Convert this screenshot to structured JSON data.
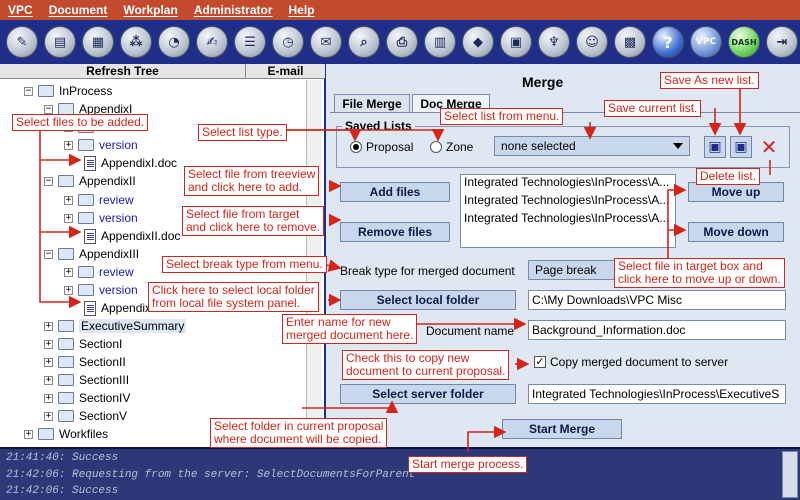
{
  "menubar": {
    "items": [
      "VPC",
      "Document",
      "Workplan",
      "Administrator",
      "Help"
    ]
  },
  "toolbar": {
    "icons": [
      "edit-icon",
      "documents-icon",
      "palette-icon",
      "network-icon",
      "clock-doc-icon",
      "notepad-icon",
      "list-icon",
      "clock-icon",
      "mail-icon",
      "search-icon",
      "printer-icon",
      "book-icon",
      "colors-icon",
      "monitor-icon",
      "antenna-icon",
      "users-icon",
      "calculator-icon",
      "help-icon",
      "vpc-icon",
      "dash-icon",
      "exit-icon"
    ],
    "vpc_label": "VPC",
    "dash_label": "DASH",
    "help_label": "?"
  },
  "tree": {
    "refresh_label": "Refresh Tree",
    "email_label": "E-mail",
    "root": "InProcess",
    "items": [
      {
        "label": "AppendixI"
      },
      {
        "label": "review"
      },
      {
        "label": "version"
      },
      {
        "label": "AppendixI.doc"
      },
      {
        "label": "AppendixII"
      },
      {
        "label": "review"
      },
      {
        "label": "version"
      },
      {
        "label": "AppendixII.doc"
      },
      {
        "label": "AppendixIII"
      },
      {
        "label": "review"
      },
      {
        "label": "version"
      },
      {
        "label": "AppendixIII.doc"
      },
      {
        "label": "ExecutiveSummary"
      },
      {
        "label": "SectionI"
      },
      {
        "label": "SectionII"
      },
      {
        "label": "SectionIII"
      },
      {
        "label": "SectionIV"
      },
      {
        "label": "SectionV"
      },
      {
        "label": "Workfiles"
      }
    ]
  },
  "merge": {
    "title": "Merge",
    "tabs": [
      "File Merge",
      "Doc Merge"
    ],
    "saved_lists_label": "Saved Lists",
    "radio_proposal": "Proposal",
    "radio_zone": "Zone",
    "list_select": "none selected",
    "add_files": "Add files",
    "remove_files": "Remove files",
    "move_up": "Move up",
    "move_down": "Move down",
    "target_files": [
      "Integrated Technologies\\InProcess\\A...",
      "Integrated Technologies\\InProcess\\A...",
      "Integrated Technologies\\InProcess\\A..."
    ],
    "break_type_label": "Break type for merged document",
    "break_type_value": "Page break",
    "select_local_folder": "Select local folder",
    "local_folder_value": "C:\\My Downloads\\VPC Misc",
    "document_name_label": "Document name",
    "document_name_value": "Background_Information.doc",
    "copy_label": "Copy merged document to server",
    "select_server_folder": "Select server folder",
    "server_folder_value": "Integrated Technologies\\InProcess\\ExecutiveS",
    "start_merge": "Start Merge"
  },
  "log": {
    "lines": [
      "21:41:40: Success",
      "21:42:06: Requesting from the server: SelectDocumentsForParent",
      "21:42:06: Success"
    ]
  },
  "notes": {
    "select_files": "Select files to be added.",
    "select_list_type": "Select list type.",
    "select_list_menu": "Select list from menu.",
    "save_as": "Save As new list.",
    "save_current": "Save current list.",
    "delete_list": "Delete list.",
    "add_from_tree": "Select file from treeview\nand click here to add.",
    "remove_from_target": "Select file from target\nand click here to remove.",
    "break_type": "Select break type from menu.",
    "move": "Select file in target box and\nclick here to move up or down.",
    "local_folder": "Click here to select local folder\nfrom local file system panel.",
    "doc_name": "Enter name for new\nmerged document here.",
    "copy": "Check this to copy new\ndocument to current proposal.",
    "server_folder": "Select folder in current proposal\nwhere document will be copied.",
    "start": "Start merge process."
  },
  "colors": {
    "menubar": "#c24a2e",
    "toolbar": "#1f2e88",
    "annotation": "#d4251a",
    "panel": "#dfe7f2"
  }
}
